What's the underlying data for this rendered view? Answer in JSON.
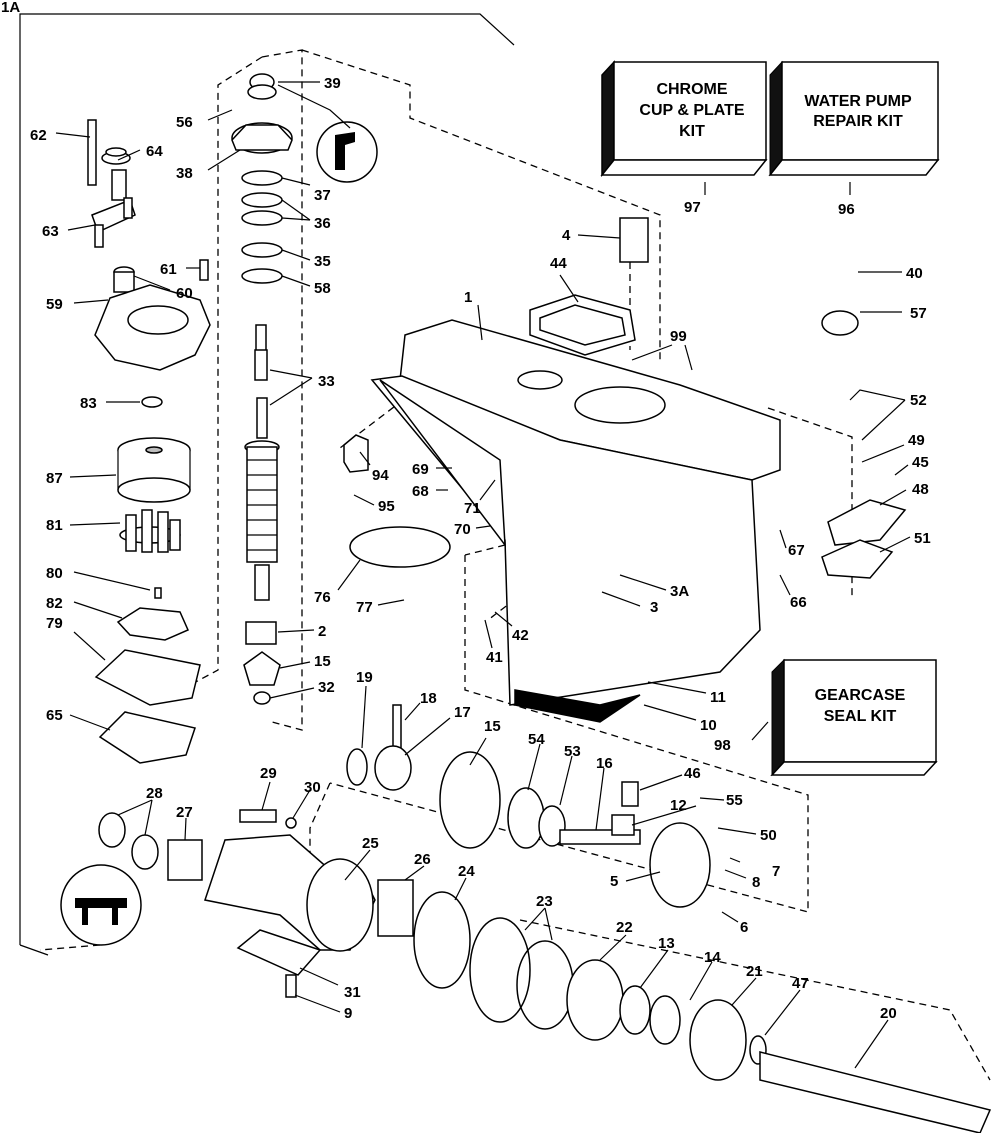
{
  "diagram": {
    "section_label": "1A",
    "kits": [
      {
        "id": "chrome-kit",
        "lines": [
          "CHROME",
          "CUP & PLATE",
          "KIT"
        ],
        "ref": "97"
      },
      {
        "id": "water-pump-kit",
        "lines": [
          "WATER PUMP",
          "REPAIR KIT"
        ],
        "ref": "96"
      },
      {
        "id": "gearcase-seal-kit",
        "lines": [
          "GEARCASE",
          "SEAL KIT"
        ],
        "ref": "98"
      }
    ],
    "part_labels": [
      "39",
      "56",
      "62",
      "64",
      "38",
      "37",
      "36",
      "63",
      "35",
      "61",
      "60",
      "58",
      "59",
      "33",
      "83",
      "87",
      "81",
      "80",
      "82",
      "79",
      "65",
      "2",
      "15",
      "32",
      "4",
      "44",
      "1",
      "99",
      "94",
      "69",
      "68",
      "71",
      "95",
      "70",
      "76",
      "77",
      "3A",
      "3",
      "42",
      "41",
      "11",
      "10",
      "40",
      "57",
      "52",
      "49",
      "45",
      "48",
      "51",
      "67",
      "66",
      "19",
      "18",
      "17",
      "15",
      "54",
      "53",
      "16",
      "46",
      "55",
      "12",
      "50",
      "7",
      "8",
      "5",
      "6",
      "29",
      "30",
      "28",
      "27",
      "25",
      "26",
      "24",
      "23",
      "22",
      "13",
      "14",
      "21",
      "47",
      "20",
      "31",
      "9"
    ]
  }
}
